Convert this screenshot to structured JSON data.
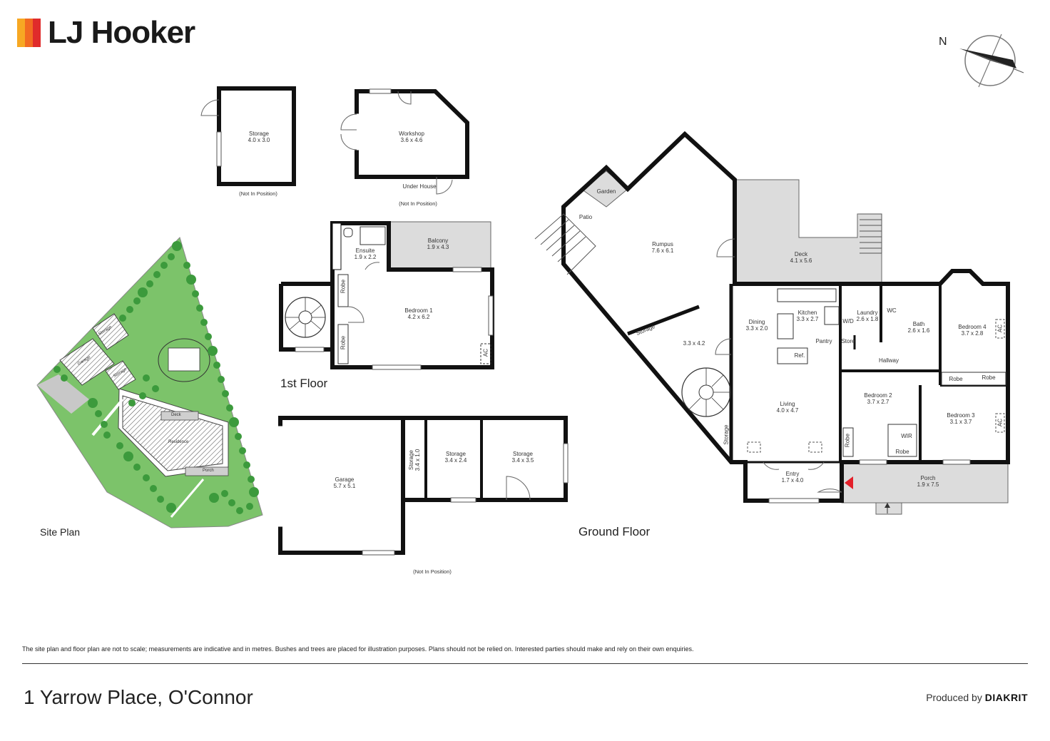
{
  "brand": {
    "name": "LJ Hooker",
    "bar_colors": [
      "#f7a823",
      "#f26b21",
      "#e02b2b"
    ]
  },
  "compass": {
    "label": "N"
  },
  "outbuildings": {
    "storage": {
      "name": "Storage",
      "dims": "4.0 x 3.0",
      "note": "(Not In Position)"
    },
    "workshop": {
      "name": "Workshop",
      "dims": "3.6 x 4.6",
      "under_house": "Under House",
      "note": "(Not In Position)"
    }
  },
  "first_floor": {
    "title": "1st Floor",
    "ensuite": {
      "name": "Ensuite",
      "dims": "1.9 x 2.2"
    },
    "balcony": {
      "name": "Balcony",
      "dims": "1.9 x 4.3"
    },
    "bedroom1": {
      "name": "Bedroom 1",
      "dims": "4.2 x 6.2"
    },
    "robe_a": "Robe",
    "robe_b": "Robe",
    "ac": "AC"
  },
  "garage_block": {
    "garage": {
      "name": "Garage",
      "dims": "5.7 x 5.1"
    },
    "storage_small": {
      "name": "Storage",
      "dims": "3.4 x 1.0"
    },
    "storage_mid": {
      "name": "Storage",
      "dims": "3.4 x 2.4"
    },
    "storage_right": {
      "name": "Storage",
      "dims": "3.4 x 3.5"
    },
    "note": "(Not In Position)"
  },
  "site_plan": {
    "title": "Site Plan",
    "garage": "Garage",
    "storage_a": "Storage",
    "storage_b": "Storage",
    "residence": "Residence",
    "deck": "Deck",
    "porch": "Porch"
  },
  "ground_floor": {
    "title": "Ground Floor",
    "garden": "Garden",
    "patio": "Patio",
    "rumpus": {
      "name": "Rumpus",
      "dims": "7.6 x 6.1"
    },
    "deck": {
      "name": "Deck",
      "dims": "4.1 x 5.6"
    },
    "storage_diag": "Storage",
    "room_3342": {
      "dims": "3.3 x 4.2"
    },
    "dining": {
      "name": "Dining",
      "dims": "3.3 x 2.0"
    },
    "kitchen": {
      "name": "Kitchen",
      "dims": "3.3 x 2.7"
    },
    "laundry": {
      "name": "Laundry",
      "dims": "2.6 x 1.8"
    },
    "wc": "WC",
    "wd": "W/D",
    "bath": {
      "name": "Bath",
      "dims": "2.6 x 1.6"
    },
    "bedroom4": {
      "name": "Bedroom 4",
      "dims": "3.7 x 2.8"
    },
    "pantry": "Pantry",
    "store": "Store",
    "ref": "Ref.",
    "hallway": "Hallway",
    "robe_b4": "Robe",
    "robe_b3": "Robe",
    "living": {
      "name": "Living",
      "dims": "4.0 x 4.7"
    },
    "bedroom2": {
      "name": "Bedroom 2",
      "dims": "3.7 x 2.7"
    },
    "bedroom3": {
      "name": "Bedroom 3",
      "dims": "3.1 x 3.7"
    },
    "wir": "WIR",
    "robe_b2": "Robe",
    "robe_wir": "Robe",
    "storage_lower": "Storage",
    "entry": {
      "name": "Entry",
      "dims": "1.7 x 4.0"
    },
    "porch": {
      "name": "Porch",
      "dims": "1.9 x 7.5"
    },
    "ac_b4": "AC",
    "ac_b3": "AC"
  },
  "colors": {
    "wall": "#111111",
    "outdoor_fill": "#dcdcdc",
    "lawn": "#7cc36a",
    "tree": "#3c9a3c",
    "entry_arrow": "#e3202a"
  },
  "footer": {
    "disclaimer": "The site plan and floor plan are not to scale; measurements are indicative and in metres. Bushes and trees are placed for illustration purposes. Plans should not be relied on. Interested parties should make and rely on their own enquiries.",
    "address": "1 Yarrow Place, O'Connor",
    "produced_by": "Produced by",
    "producer": "DIAKRIT"
  }
}
